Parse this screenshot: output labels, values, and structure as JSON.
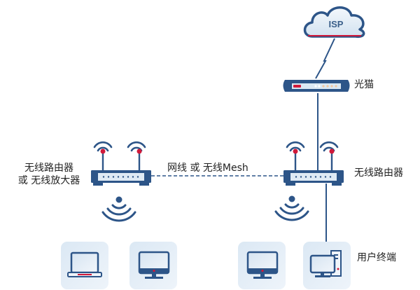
{
  "colors": {
    "primary": "#2d5588",
    "accent": "#d0193a",
    "panel": "#dfeaf4",
    "tile": "#e3eef8",
    "led_orange": "#f3c7a0"
  },
  "nodes": {
    "isp": {
      "label": "ISP",
      "icon": "cloud-icon"
    },
    "modem": {
      "label": "光猫",
      "icon": "optical-modem-icon"
    },
    "main_router": {
      "label": "无线路由器",
      "icon": "wireless-router-icon"
    },
    "secondary_router": {
      "label_line1": "无线路由器",
      "label_line2": "或 无线放大器",
      "icon": "wireless-router-icon"
    },
    "link": {
      "label": "网线 或 无线Mesh"
    },
    "terminals": {
      "label": "用户终端",
      "devices": [
        {
          "icon": "laptop-icon"
        },
        {
          "icon": "monitor-icon"
        },
        {
          "icon": "monitor-icon"
        },
        {
          "icon": "desktop-pc-icon"
        }
      ]
    }
  }
}
